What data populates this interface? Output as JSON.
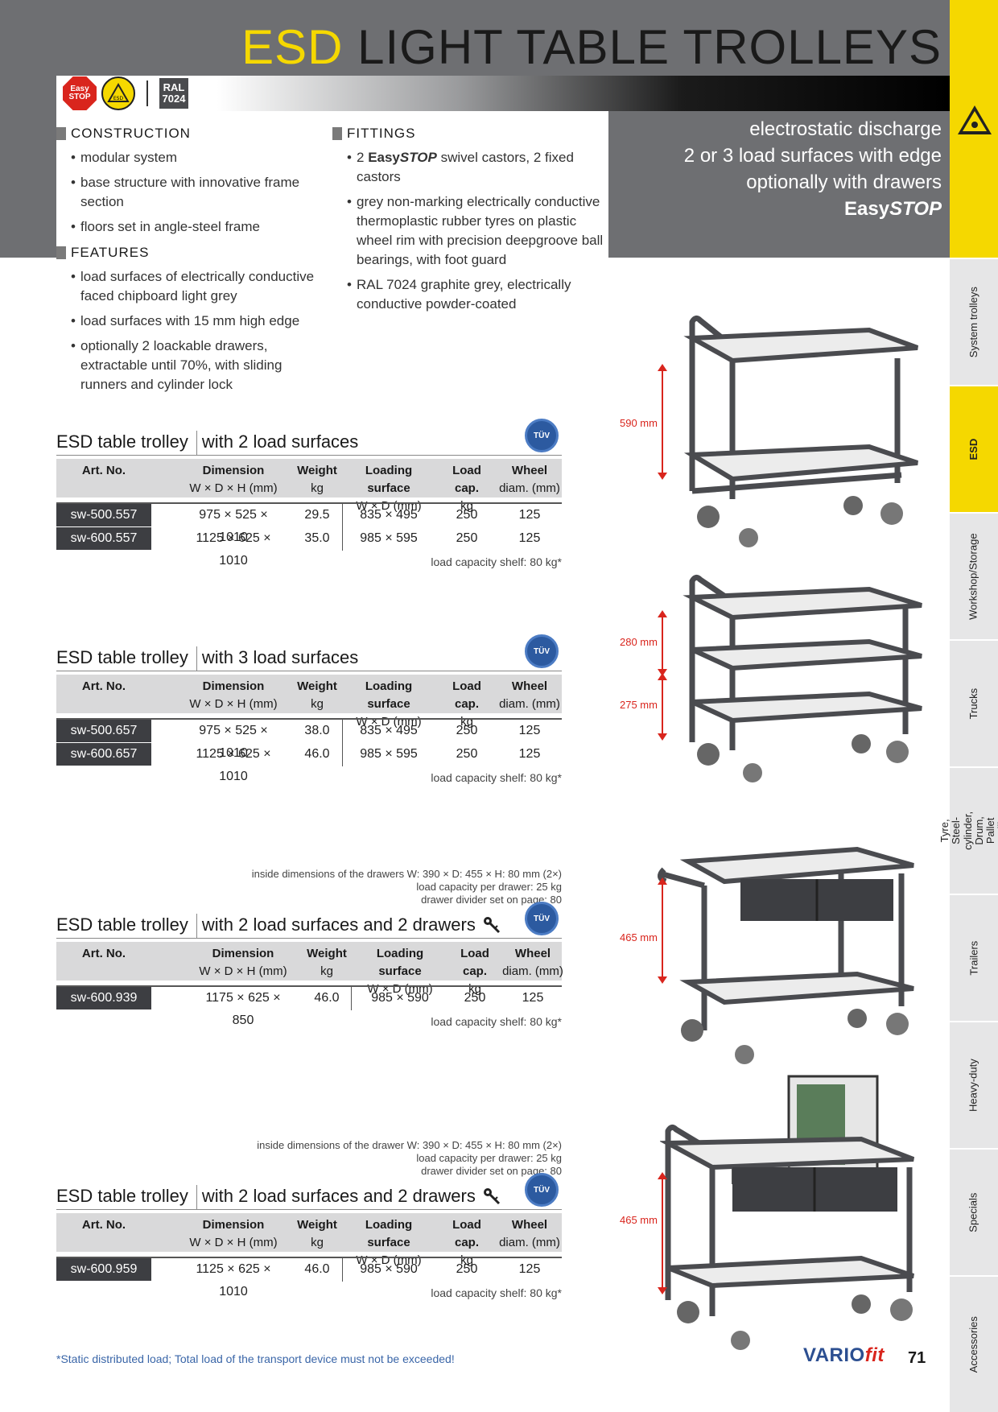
{
  "header": {
    "title_esd": "ESD",
    "title_rest": "LIGHT TABLE TROLLEYS",
    "badge_stop_line1": "Easy",
    "badge_stop_line2": "STOP",
    "badge_esd": "ESD",
    "badge_ral_line1": "RAL",
    "badge_ral_line2": "7024",
    "tagline": [
      "electrostatic discharge",
      "2 or 3 load surfaces with edge",
      "optionally with drawers"
    ],
    "tagline_brand_a": "Easy",
    "tagline_brand_b": "STOP"
  },
  "construction": {
    "heading": "CONSTRUCTION",
    "items": [
      "modular system",
      "base structure with innovative frame section",
      "floors set in angle-steel frame"
    ]
  },
  "features": {
    "heading": "FEATURES",
    "items": [
      "load surfaces of electrically conductive faced chipboard light grey",
      "load surfaces with 15 mm high edge",
      "optionally 2 loackable drawers, extractable until 70%, with sliding runners and cylinder lock"
    ]
  },
  "fittings": {
    "heading": "FITTINGS",
    "item0_pre": "2 ",
    "item0_brand_a": "Easy",
    "item0_brand_b": "STOP",
    "item0_post": " swivel castors, 2 fixed castors",
    "items": [
      "grey non-marking electrically conductive thermoplastic rubber tyres on plastic wheel rim with precision deepgroove ball bearings, with foot guard",
      "RAL 7024 graphite grey, electrically conductive powder-coated"
    ]
  },
  "columns": {
    "art": "Art. No.",
    "dim": "Dimension",
    "dim_sub": "W × D × H (mm)",
    "weight": "Weight",
    "weight_sub": "kg",
    "ls": "Loading surface",
    "ls_sub": "W × D (mm)",
    "cap": "Load cap.",
    "cap_sub": "kg",
    "wheel": "Wheel",
    "wheel_sub": "diam. (mm)"
  },
  "tables": [
    {
      "title": "ESD table trolley",
      "subtitle": "with 2 load surfaces",
      "tuv": "TÜV",
      "rows": [
        {
          "art": "sw-500.557",
          "dim": "975 × 525 × 1010",
          "weight": "29.5",
          "ls": "835 × 495",
          "cap": "250",
          "wheel": "125"
        },
        {
          "art": "sw-600.557",
          "dim": "1125 × 625 × 1010",
          "weight": "35.0",
          "ls": "985 × 595",
          "cap": "250",
          "wheel": "125"
        }
      ],
      "foot": "load capacity shelf: 80 kg*"
    },
    {
      "title": "ESD table trolley",
      "subtitle": "with 3 load surfaces",
      "tuv": "TÜV",
      "rows": [
        {
          "art": "sw-500.657",
          "dim": "975 × 525 × 1010",
          "weight": "38.0",
          "ls": "835 × 495",
          "cap": "250",
          "wheel": "125"
        },
        {
          "art": "sw-600.657",
          "dim": "1125 × 625 × 1010",
          "weight": "46.0",
          "ls": "985 × 595",
          "cap": "250",
          "wheel": "125"
        }
      ],
      "foot": "load capacity shelf: 80 kg*"
    },
    {
      "title": "ESD table trolley",
      "subtitle": "with 2 load surfaces and 2 drawers",
      "tuv": "TÜV",
      "notes": [
        "inside dimensions of the drawers W: 390 × D: 455 × H: 80 mm (2×)",
        "load capacity per drawer: 25 kg",
        "drawer divider set on page: 80"
      ],
      "rows": [
        {
          "art": "sw-600.939",
          "dim": "1175 × 625 × 850",
          "weight": "46.0",
          "ls": "985 × 590",
          "cap": "250",
          "wheel": "125"
        }
      ],
      "foot": "load capacity shelf: 80 kg*"
    },
    {
      "title": "ESD table trolley",
      "subtitle": "with 2 load surfaces and 2 drawers",
      "tuv": "TÜV",
      "notes": [
        "inside dimensions of the drawer W: 390 × D: 455 × H: 80 mm (2×)",
        "load capacity per drawer: 25 kg",
        "drawer divider set on page: 80"
      ],
      "rows": [
        {
          "art": "sw-600.959",
          "dim": "1125 × 625 × 1010",
          "weight": "46.0",
          "ls": "985 × 590",
          "cap": "250",
          "wheel": "125"
        }
      ],
      "foot": "load capacity shelf: 80 kg*"
    }
  ],
  "dimensions": [
    "590 mm",
    "280 mm",
    "275 mm",
    "465 mm",
    "465 mm"
  ],
  "sidebar": {
    "tabs": [
      "System trolleys",
      "ESD",
      "Workshop/Storage",
      "Trucks",
      "Tyre, Steel-cylinder, Drum, Pallet Handling",
      "Trailers",
      "Heavy-duty",
      "Specials",
      "Accessories"
    ],
    "active": "ESD"
  },
  "footer": {
    "note": "*Static distributed load; Total load of the transport device must not be exceeded!",
    "brand_a": "VARIO",
    "brand_b": "fit",
    "page": "71"
  },
  "colors": {
    "accent_yellow": "#f5d800",
    "header_grey": "#6e6f72",
    "dark_cell": "#3d3e42",
    "dimension_red": "#d9251d",
    "footnote_blue": "#3a66a8"
  }
}
